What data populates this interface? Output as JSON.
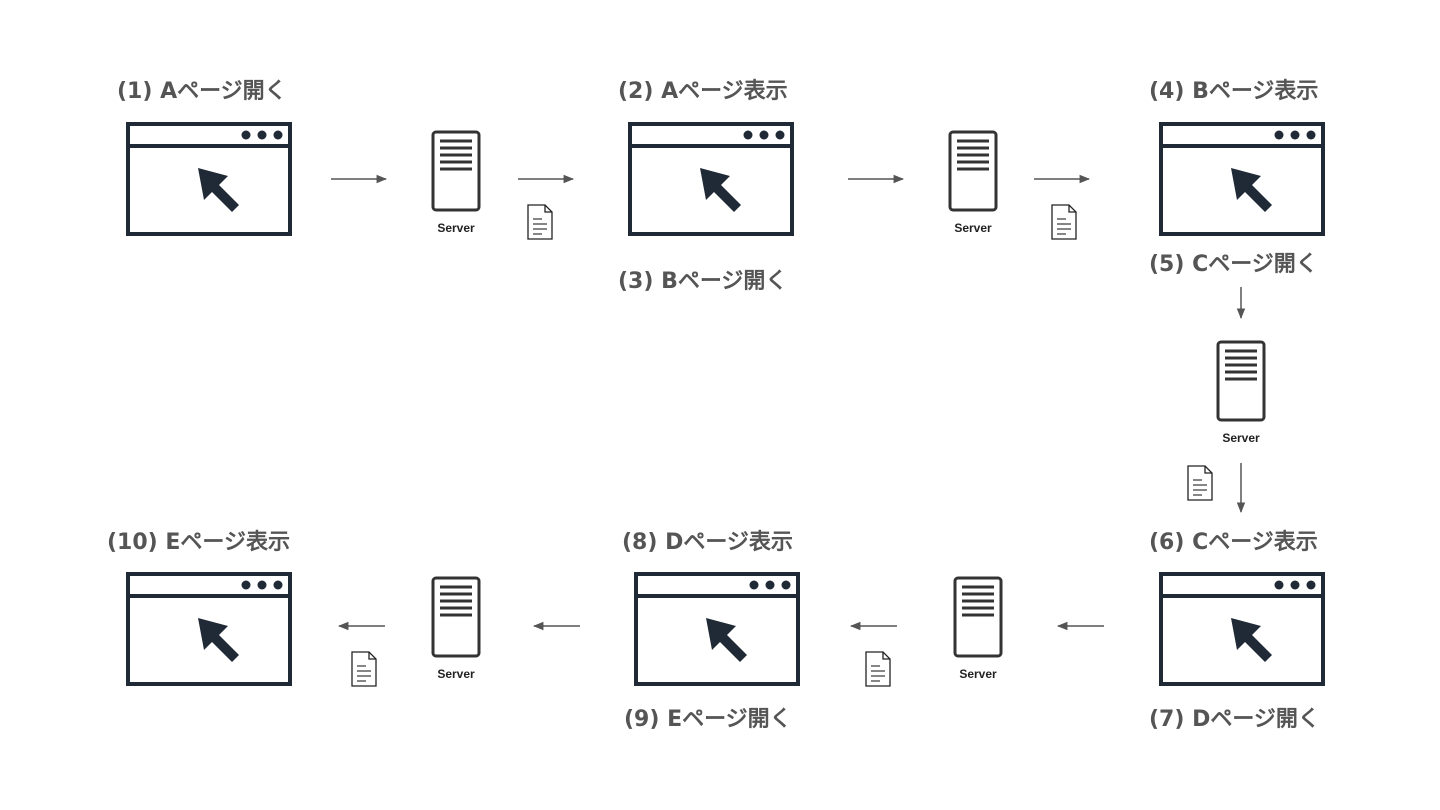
{
  "diagram": {
    "colors": {
      "browser": "#1f2a36",
      "label": "#555555",
      "arrow": "#555555",
      "server": "#333333"
    },
    "icons": {
      "browser": "browser-window-icon",
      "cursor": "cursor-arrow-icon",
      "server": "server-icon",
      "document": "document-icon",
      "arrow": "flow-arrow"
    },
    "steps": [
      {
        "id": "1",
        "label": "(1) Aページ開く"
      },
      {
        "id": "2",
        "label": "(2) Aページ表示"
      },
      {
        "id": "3",
        "label": "(3) Bページ開く"
      },
      {
        "id": "4",
        "label": "(4) Bページ表示"
      },
      {
        "id": "5",
        "label": "(5) Cページ開く"
      },
      {
        "id": "6",
        "label": "(6) Cページ表示"
      },
      {
        "id": "7",
        "label": "(7) Dページ開く"
      },
      {
        "id": "8",
        "label": "(8) Dページ表示"
      },
      {
        "id": "9",
        "label": "(9) Eページ開く"
      },
      {
        "id": "10",
        "label": "(10) Eページ表示"
      }
    ],
    "server_label": "Server"
  }
}
